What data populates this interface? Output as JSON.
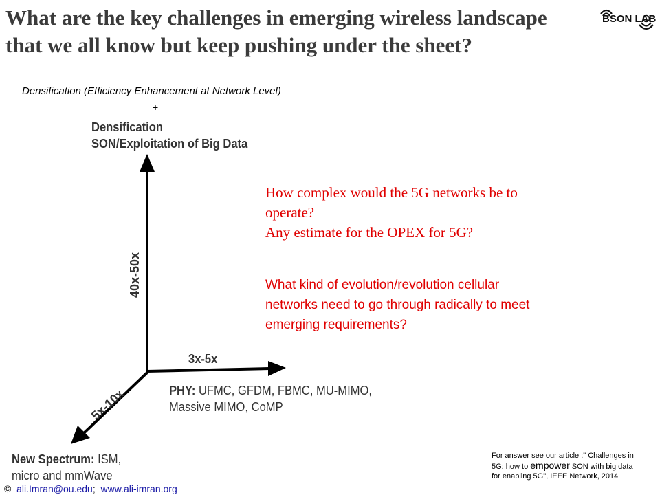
{
  "title": {
    "line1": "What are the key challenges in emerging wireless landscape",
    "line2": "that we all know but keep pushing under the sheet?"
  },
  "logo": {
    "text": "BSON LAB"
  },
  "subtitle": "Densification (Efficiency Enhancement at Network Level)",
  "plus": "+",
  "diagram": {
    "top_label_line1": "Densification",
    "top_label_line2": "SON/Exploitation of Big Data",
    "vertical_factor": "40x-50x",
    "horizontal_factor": "3x-5x",
    "diagonal_factor": "5x-10x",
    "phy_prefix": "PHY:",
    "phy_line1_rest": " UFMC, GFDM, FBMC, MU-MIMO,",
    "phy_line2": "Massive MIMO, CoMP",
    "spectrum_prefix": "New Spectrum:",
    "spectrum_line1_rest": " ISM,",
    "spectrum_line2": "micro and mmWave"
  },
  "questions": {
    "q1_line1": "How complex would the 5G networks be to",
    "q1_line2": "operate?",
    "q2": "Any estimate for the OPEX for 5G?",
    "q3_line1": "What kind of evolution/revolution cellular",
    "q3_line2": "networks need to go through radically to meet",
    "q3_line3": "emerging requirements?"
  },
  "article": {
    "prefix": "For answer see our article :\" Challenges in",
    "line2_a": "5G: how to ",
    "line2_big": "empower",
    "line2_b": " SON with big data",
    "line3": "for enabling 5G\", IEEE Network, 2014"
  },
  "footer": {
    "copyright": "©",
    "email": "ali.Imran@ou.edu",
    "sep": ";",
    "website": "www.ali-imran.org"
  },
  "colors": {
    "title": "#3b3b3b",
    "question_red": "#e00000",
    "link": "#1a1aa6"
  }
}
